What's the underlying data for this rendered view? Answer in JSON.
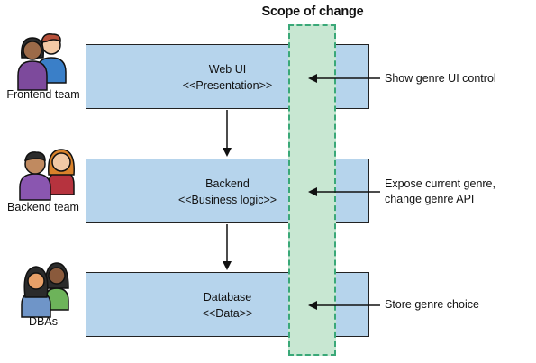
{
  "scope": {
    "title": "Scope of change"
  },
  "layers": [
    {
      "name": "Web UI",
      "stereotype": "<<Presentation>>"
    },
    {
      "name": "Backend",
      "stereotype": "<<Business logic>>"
    },
    {
      "name": "Database",
      "stereotype": "<<Data>>"
    }
  ],
  "teams": [
    {
      "label": "Frontend team"
    },
    {
      "label": "Backend team"
    },
    {
      "label": "DBAs"
    }
  ],
  "notes": [
    {
      "text": "Show genre UI control"
    },
    {
      "text": "Expose current genre, change genre API"
    },
    {
      "text": "Store genre choice"
    }
  ],
  "colors": {
    "box_fill": "#b6d4ec",
    "scope_fill": "#c8e7d2",
    "scope_border": "#3aa878"
  }
}
